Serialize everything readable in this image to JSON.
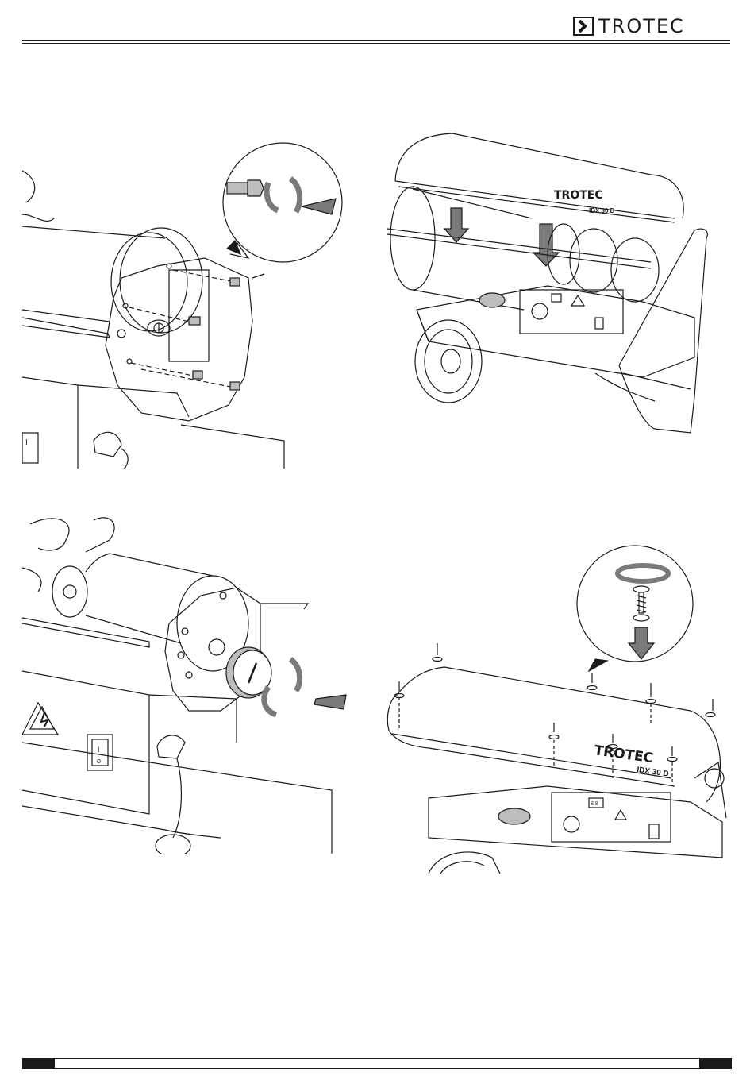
{
  "header": {
    "brand": "TROTEC"
  },
  "figures": [
    {
      "id": "fig-1",
      "content": "Fan motor mount with screws, inset showing screw tightening"
    },
    {
      "id": "fig-2",
      "content": "Upper casing shell being lowered onto heater"
    },
    {
      "id": "fig-3",
      "content": "Pressure gauge being screwed onto pump"
    },
    {
      "id": "fig-4",
      "content": "Casing fastened with screws and washers"
    }
  ],
  "drawing_labels": {
    "brand_on_casing": "TROTEC",
    "model_on_casing": "IDX 30 D",
    "switch_on": "I",
    "switch_off": "o",
    "display_value": "8.8"
  },
  "colors": {
    "ink": "#1a1a1a",
    "arrow_fill": "#7a7a7a",
    "light_fill": "#bdbdbd"
  }
}
